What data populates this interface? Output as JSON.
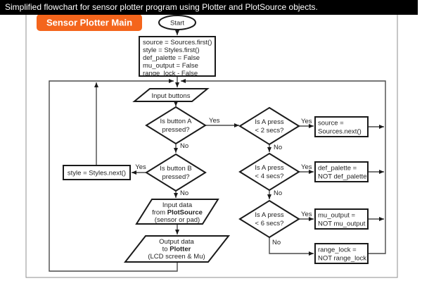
{
  "badge": {
    "label": "Sensor Plotter Main"
  },
  "caption": {
    "text": "Simplified flowchart for sensor plotter program using Plotter and PlotSource objects."
  },
  "labels": {
    "yes": "Yes",
    "no": "No"
  },
  "colors": {
    "badge_orange": "#f4651c",
    "caption_bg": "#000000",
    "caption_fg": "#ffffff",
    "shape_border": "#1a1a1a",
    "connector": "#4a4a4a"
  },
  "nodes": {
    "start": {
      "label": "Start"
    },
    "init": {
      "lines": [
        "source = Sources.first()",
        "style = Styles.first()",
        "def_palette = False",
        "mu_output = False",
        "range_lock - False"
      ]
    },
    "input_buttons": {
      "label": "Input buttons"
    },
    "btn_a": {
      "lines": [
        "Is button A",
        "pressed?"
      ]
    },
    "btn_b": {
      "lines": [
        "Is button B",
        "pressed?"
      ]
    },
    "style_next": {
      "label": "style = Styles.next()"
    },
    "input_data": {
      "line1": "Input data",
      "line2_pre": "from ",
      "line2_bold": "PlotSource",
      "line3": "(sensor or pad)"
    },
    "output_data": {
      "line1": "Output data",
      "line2_pre": "to ",
      "line2_bold": "Plotter",
      "line3": "(LCD screen & Mu)"
    },
    "press2": {
      "lines": [
        "Is A press",
        "< 2 secs?"
      ]
    },
    "press4": {
      "lines": [
        "Is A press",
        "< 4 secs?"
      ]
    },
    "press6": {
      "lines": [
        "Is A press",
        "< 6 secs?"
      ]
    },
    "source_next": {
      "lines": [
        "source =",
        "Sources.next()"
      ]
    },
    "def_palette": {
      "lines": [
        "def_palette =",
        "NOT def_palette"
      ]
    },
    "mu_output": {
      "lines": [
        "mu_output =",
        "NOT mu_output"
      ]
    },
    "range_lock": {
      "lines": [
        "range_lock =",
        "NOT range_lock"
      ]
    }
  }
}
